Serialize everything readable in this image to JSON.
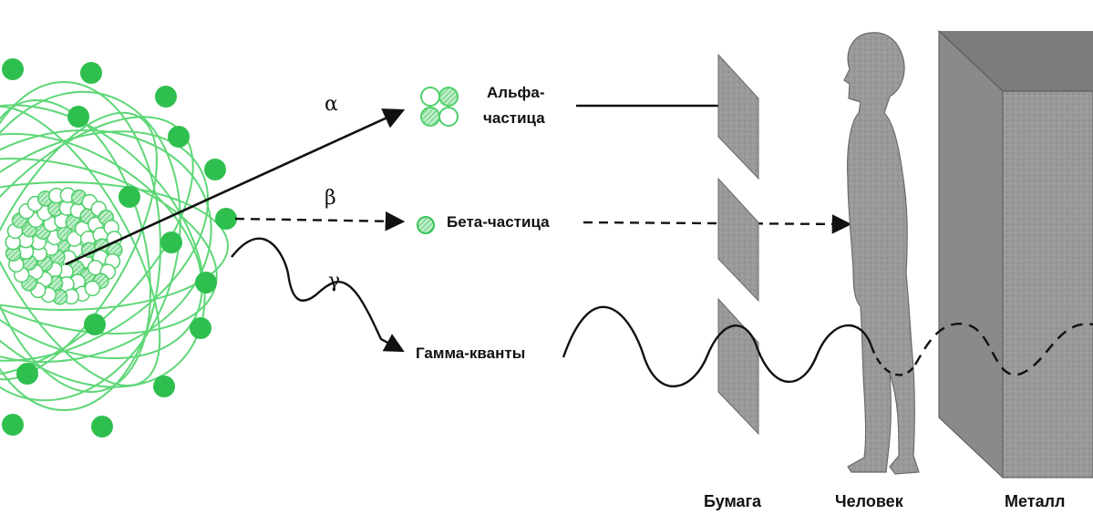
{
  "colors": {
    "nucleus_green": "#4fd06a",
    "orbit_green": "#5ed777",
    "electron_green": "#2fbf4f",
    "barrier_gray": "#8c8c8c",
    "metal_gray": "#9a9a9a",
    "arrow": "#111111"
  },
  "radiation": {
    "alpha": {
      "symbol": "α",
      "label_line1": "Альфа-",
      "label_line2": "частица"
    },
    "beta": {
      "symbol": "β",
      "label": "Бета-частица"
    },
    "gamma": {
      "symbol": "γ",
      "label": "Гамма-кванты"
    }
  },
  "barriers": {
    "paper": "Бумага",
    "human": "Человек",
    "metal": "Металл"
  }
}
